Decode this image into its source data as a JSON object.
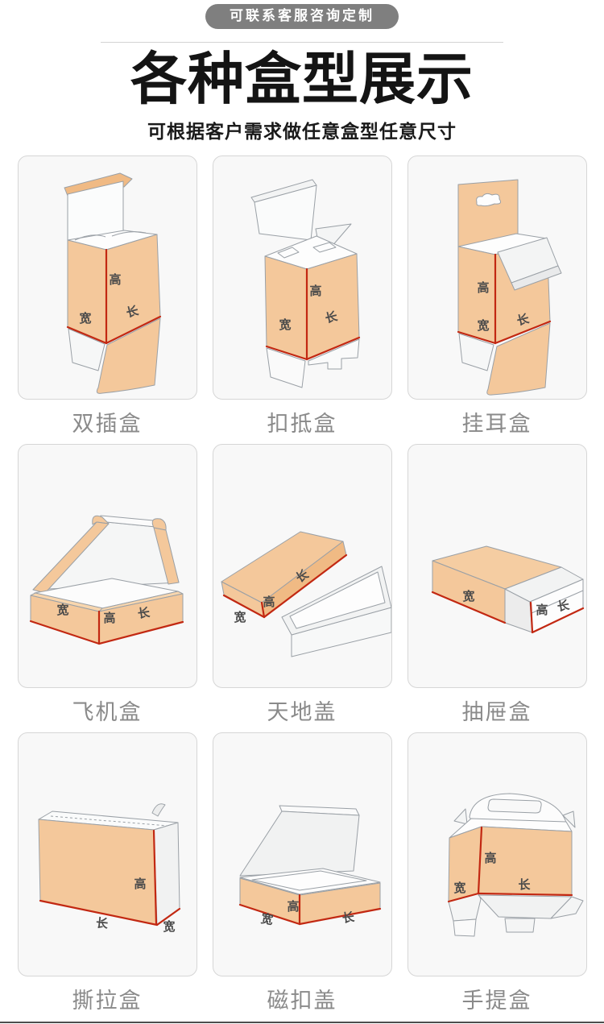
{
  "header": {
    "badge": "可联系客服咨询定制",
    "title": "各种盒型展示",
    "subtitle": "可根据客户需求做任意盒型任意尺寸"
  },
  "colors": {
    "box_orange": "#f4c89b",
    "box_orange_accent": "#f0ba84",
    "dimension_red": "#c22812",
    "badge_gray": "#7f7f7f",
    "label_gray": "#8a8a8a"
  },
  "cards": [
    {
      "label": "双插盒",
      "dims": [
        "高",
        "宽",
        "长"
      ]
    },
    {
      "label": "扣抵盒",
      "dims": [
        "高",
        "宽",
        "长"
      ]
    },
    {
      "label": "挂耳盒",
      "dims": [
        "高",
        "宽",
        "长"
      ]
    },
    {
      "label": "飞机盒",
      "dims": [
        "宽",
        "高",
        "长"
      ]
    },
    {
      "label": "天地盖",
      "dims": [
        "长",
        "高",
        "宽"
      ]
    },
    {
      "label": "抽屉盒",
      "dims": [
        "宽",
        "高",
        "长"
      ]
    },
    {
      "label": "撕拉盒",
      "dims": [
        "高",
        "长",
        "宽"
      ]
    },
    {
      "label": "磁扣盖",
      "dims": [
        "高",
        "宽",
        "长"
      ]
    },
    {
      "label": "手提盒",
      "dims": [
        "高",
        "宽",
        "长"
      ]
    }
  ]
}
